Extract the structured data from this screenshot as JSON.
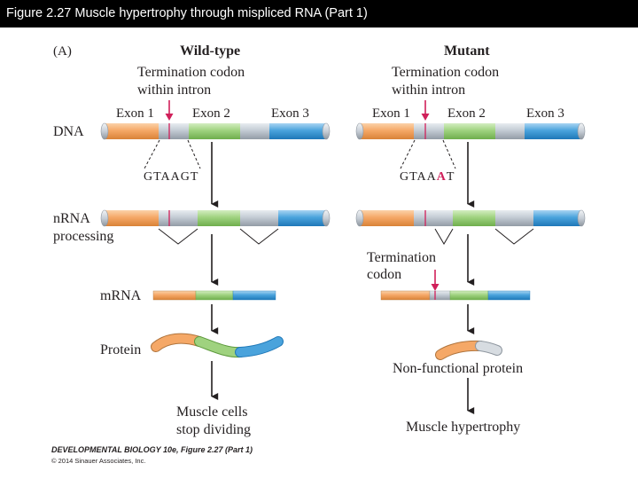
{
  "header": {
    "title": "Figure 2.27  Muscle hypertrophy through mispliced RNA (Part 1)"
  },
  "panel": {
    "label": "(A)"
  },
  "wild": {
    "heading": "Wild-type",
    "annotation_line1": "Termination codon",
    "annotation_line2": "within intron",
    "exon1": "Exon 1",
    "exon2": "Exon 2",
    "exon3": "Exon 3",
    "splice_site": "GTAAGT",
    "outcome_line1": "Muscle cells",
    "outcome_line2": "stop dividing"
  },
  "mutant": {
    "heading": "Mutant",
    "annotation_line1": "Termination codon",
    "annotation_line2": "within intron",
    "exon1": "Exon 1",
    "exon2": "Exon 2",
    "exon3": "Exon 3",
    "splice_site_prefix": "GTAA",
    "splice_site_mutation": "A",
    "splice_site_suffix": "T",
    "termination_line1": "Termination",
    "termination_line2": "codon",
    "protein_label": "Non-functional protein",
    "outcome": "Muscle hypertrophy"
  },
  "rows": {
    "dna": "DNA",
    "nrna_line1": "nRNA",
    "nrna_line2": "processing",
    "mrna": "mRNA",
    "protein": "Protein"
  },
  "colors": {
    "exon1": "#f5a867",
    "exon2": "#9fd27f",
    "exon3": "#4aa3dc",
    "intron": "#c3cbd4",
    "termination": "#d0205a",
    "mutation_highlight": "#d0205a"
  },
  "footer": {
    "citation": "DEVELOPMENTAL BIOLOGY 10e, Figure 2.27 (Part 1)",
    "copyright": "© 2014 Sinauer Associates, Inc."
  }
}
